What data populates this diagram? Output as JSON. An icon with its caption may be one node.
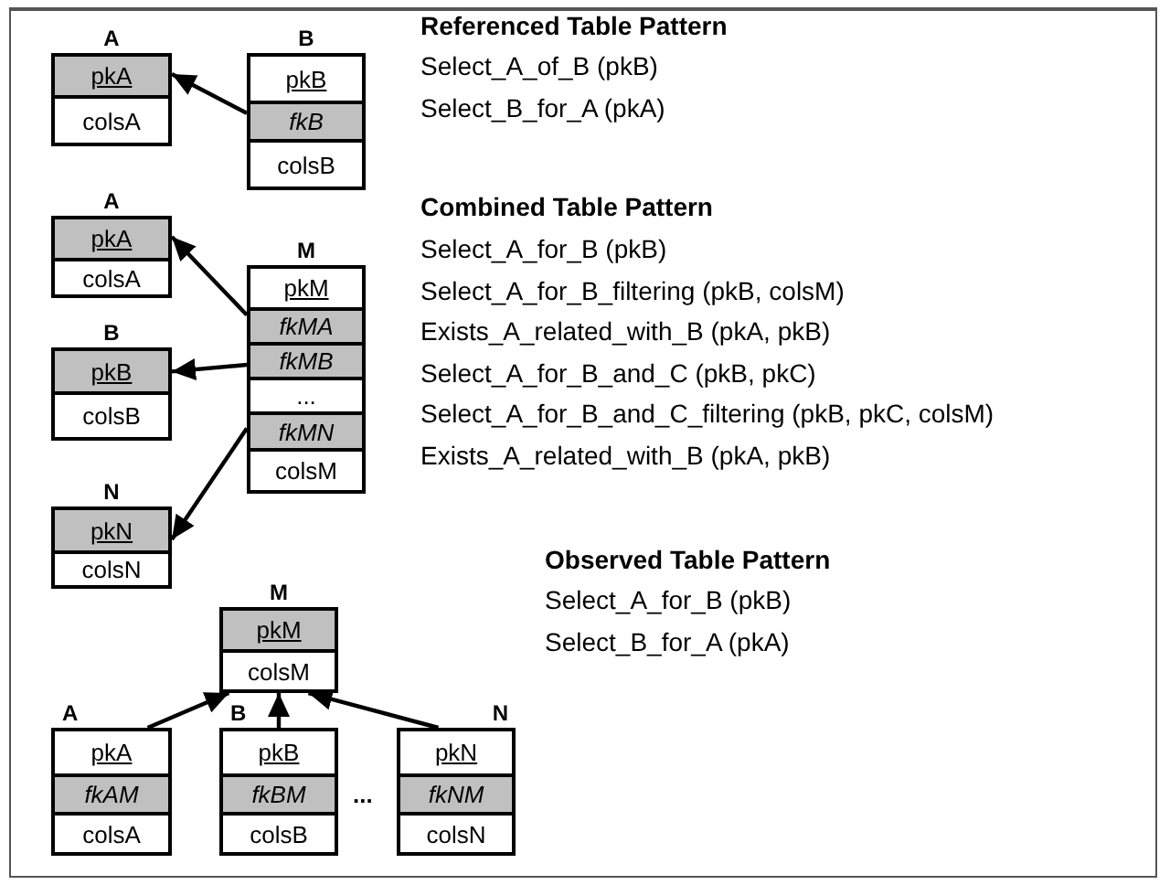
{
  "diagram": {
    "nodes": [
      {
        "text": [
          "A"
        ]
      },
      {
        "text": [
          "pkA"
        ],
        "in": 0
      },
      {
        "text": [
          "colsA"
        ],
        "in": 0
      },
      {
        "text": [
          "B"
        ]
      },
      {
        "text": [
          "pkB"
        ],
        "in": 3
      },
      {
        "text": [
          "fkB"
        ],
        "in": 3
      },
      {
        "text": [
          "colsB"
        ],
        "in": 3
      },
      {
        "text": [
          "A"
        ]
      },
      {
        "text": [
          "pkA"
        ],
        "in": 7
      },
      {
        "text": [
          "colsA"
        ],
        "in": 7
      },
      {
        "text": [
          "M"
        ]
      },
      {
        "text": [
          "pkM"
        ],
        "in": 10
      },
      {
        "text": [
          "fkMA"
        ],
        "in": 10
      },
      {
        "text": [
          "fkMB"
        ],
        "in": 10
      },
      {
        "text": [
          "..."
        ],
        "in": 10
      },
      {
        "text": [
          "fkMN"
        ],
        "in": 10
      },
      {
        "text": [
          "colsM"
        ],
        "in": 10
      },
      {
        "text": [
          "B"
        ]
      },
      {
        "text": [
          "pkB"
        ],
        "in": 17
      },
      {
        "text": [
          "colsB"
        ],
        "in": 17
      },
      {
        "text": [
          "N"
        ]
      },
      {
        "text": [
          "pkN"
        ],
        "in": 20
      },
      {
        "text": [
          "colsN"
        ],
        "in": 20
      },
      {
        "text": [
          "M"
        ]
      },
      {
        "text": [
          "pkM"
        ],
        "in": 23
      },
      {
        "text": [
          "colsM"
        ],
        "in": 23
      },
      {
        "text": [
          "A"
        ]
      },
      {
        "text": [
          "pkA"
        ],
        "in": 26
      },
      {
        "text": [
          "fkAM"
        ],
        "in": 26
      },
      {
        "text": [
          "colsA"
        ],
        "in": 26
      },
      {
        "text": [
          "B"
        ]
      },
      {
        "text": [
          "pkB"
        ],
        "in": 30
      },
      {
        "text": [
          "fkBM"
        ],
        "in": 30
      },
      {
        "text": [
          "colsB"
        ],
        "in": 30
      },
      {
        "text": [
          "N"
        ]
      },
      {
        "text": [
          "pkN"
        ],
        "in": 34
      },
      {
        "text": [
          "fkNM"
        ],
        "in": 34
      },
      {
        "text": [
          "colsN"
        ],
        "in": 34
      }
    ],
    "edges": [
      {
        "from": 5,
        "to": 1,
        "arrow": "to"
      },
      {
        "from": 12,
        "to": 8,
        "arrow": "to"
      },
      {
        "from": 13,
        "to": 18,
        "arrow": "to"
      },
      {
        "from": 15,
        "to": 21,
        "arrow": "to"
      },
      {
        "from": 26,
        "to": 23,
        "arrow": "to"
      },
      {
        "from": 30,
        "to": 23,
        "arrow": "to"
      },
      {
        "from": 34,
        "to": 23,
        "arrow": "to"
      }
    ],
    "labels": [
      "Referenced Table Pattern",
      "Select_A_of_B (pkB)",
      "Select_B_for_A (pkA)",
      "Combined Table Pattern",
      "Select_A_for_B (pkB)",
      "Select_A_for_B_filtering (pkB, colsM)",
      "Exists_A_related_with_B (pkA, pkB)",
      "Select_A_for_B_and_C (pkB, pkC)",
      "Select_A_for_B_and_C_filtering (pkB, pkC, colsM)",
      "Exists_A_related_with_B (pkA, pkB)",
      "Observed Table Pattern",
      "Select_A_for_B (pkB)",
      "Select_B_for_A (pkA)",
      "..."
    ]
  }
}
